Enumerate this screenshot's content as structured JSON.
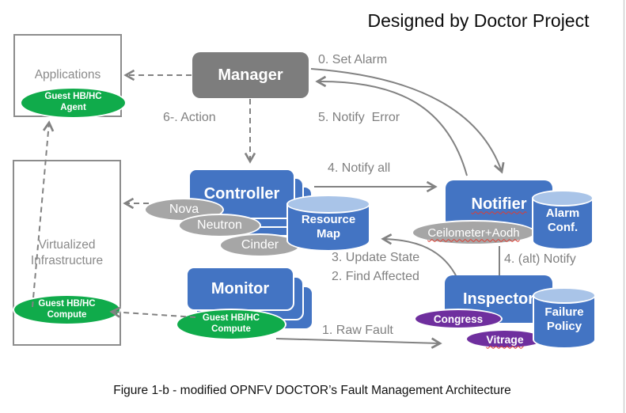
{
  "title": "Designed by Doctor Project",
  "caption": "Figure 1-b - modified OPNFV DOCTOR’s Fault Management Architecture",
  "colors": {
    "blue": "#4374c3",
    "cylinder_top_blue": "#a9c4e8",
    "manager_gray": "#7d7d7d",
    "ellipse_gray": "#a6a6a6",
    "green": "#10ab4b",
    "purple": "#6f2f9e",
    "label_gray": "#808080"
  },
  "nodes": {
    "applications": {
      "label": "Applications"
    },
    "manager": {
      "label": "Manager"
    },
    "controller": {
      "label": "Controller"
    },
    "monitor": {
      "label": "Monitor"
    },
    "notifier": {
      "label": "Notifier"
    },
    "inspector": {
      "label": "Inspector"
    },
    "virtualized_infrastructure": {
      "label": "Virtualized Infrastructure"
    },
    "resource_map": {
      "label": "Resource Map"
    },
    "alarm_conf": {
      "label": "Alarm Conf."
    },
    "failure_policy": {
      "label": "Failure Policy"
    },
    "guest_hb_agent": {
      "label": "Guest HB/HC Agent"
    },
    "guest_hb_compute_infra": {
      "label": "Guest HB/HC Compute"
    },
    "guest_hb_compute_monitor": {
      "label": "Guest HB/HC Compute"
    },
    "nova": {
      "label": "Nova"
    },
    "neutron": {
      "label": "Neutron"
    },
    "cinder": {
      "label": "Cinder"
    },
    "ceilometer_aodh": {
      "label": "Ceilometer+Aodh"
    },
    "congress": {
      "label": "Congress"
    },
    "vitrage": {
      "label": "Vitrage"
    }
  },
  "edges": {
    "set_alarm": "0. Set Alarm",
    "notify_error": "5. Notify  Error",
    "action": "6-. Action",
    "notify_all": "4. Notify all",
    "update_state": "3. Update State",
    "find_affected": "2. Find Affected",
    "alt_notify": "4. (alt) Notify",
    "raw_fault": "1. Raw Fault"
  }
}
